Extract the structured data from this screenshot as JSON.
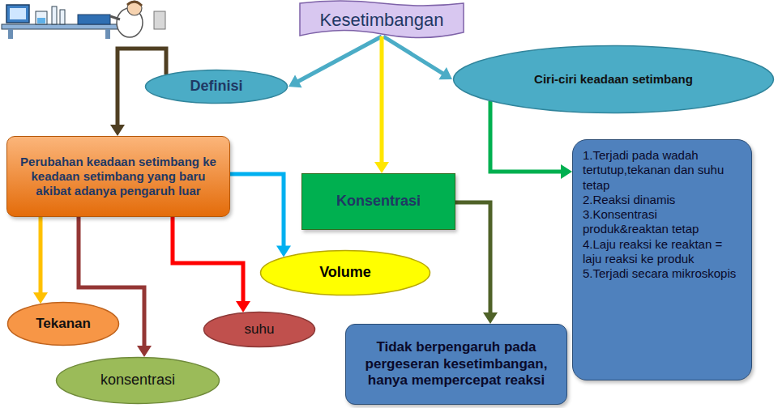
{
  "diagram": {
    "nodes": [
      {
        "text": [
          "Kesetimbangan"
        ]
      },
      {
        "text": [
          "Definisi"
        ]
      },
      {
        "text": [
          "Ciri-ciri keadaan setimbang"
        ]
      },
      {
        "text": [
          "Perubahan keadaan setimbang ke keadaan setimbang yang baru akibat adanya pengaruh luar"
        ]
      },
      {
        "text": [
          "Konsentrasi"
        ]
      },
      {
        "text": [
          "1.Terjadi pada wadah tertutup,tekanan dan suhu tetap",
          "2.Reaksi dinamis",
          "3.Konsentrasi produk&reaktan tetap",
          "4.Laju reaksi ke reaktan = laju reaksi ke produk",
          "5.Terjadi secara mikroskopis"
        ]
      },
      {
        "text": [
          "Volume"
        ]
      },
      {
        "text": [
          "Tekanan"
        ]
      },
      {
        "text": [
          "suhu"
        ]
      },
      {
        "text": [
          "konsentrasi"
        ]
      },
      {
        "text": [
          "Tidak berpengaruh pada pergeseran kesetimbangan, hanya mempercepat reaksi"
        ]
      }
    ],
    "edges": [
      {
        "from": 0,
        "to": 1,
        "arrow": "to"
      },
      {
        "from": 0,
        "to": 2,
        "arrow": "to"
      },
      {
        "from": 0,
        "to": 4,
        "arrow": "to"
      },
      {
        "from": 1,
        "to": 3,
        "arrow": "to"
      },
      {
        "from": 2,
        "to": 5,
        "arrow": "to"
      },
      {
        "from": 3,
        "to": 6,
        "arrow": "to"
      },
      {
        "from": 3,
        "to": 7,
        "arrow": "to"
      },
      {
        "from": 3,
        "to": 9,
        "arrow": "to"
      },
      {
        "from": 3,
        "to": 8,
        "arrow": "to"
      },
      {
        "from": 4,
        "to": 10,
        "arrow": "to"
      }
    ]
  }
}
